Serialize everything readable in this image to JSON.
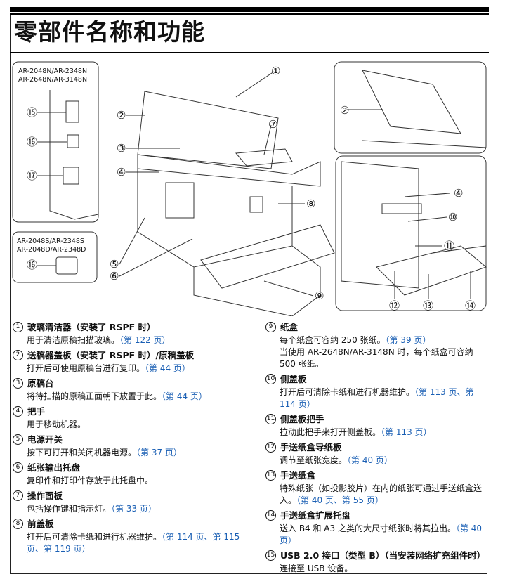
{
  "page": {
    "title": "零部件名称和功能"
  },
  "figure": {
    "model_labels": {
      "top_line1": "AR-2048N/AR-2348N",
      "top_line2": "AR-2648N/AR-3148N",
      "bottom_line1": "AR-2048S/AR-2348S",
      "bottom_line2": "AR-2048D/AR-2348D"
    },
    "callouts": [
      "①",
      "②",
      "③",
      "④",
      "⑤",
      "⑥",
      "⑦",
      "⑧",
      "⑨",
      "⑩",
      "⑪",
      "⑫",
      "⑬",
      "⑭",
      "⑮",
      "⑯",
      "⑰"
    ]
  },
  "parts_left": [
    {
      "num": "1",
      "title": "玻璃清洁器（安装了 RSPF 时）",
      "desc": "用于清洁原稿扫描玻璃。",
      "ref": "（第 122 页）"
    },
    {
      "num": "2",
      "title": "送稿器盖板（安装了 RSPF 时）/原稿盖板",
      "desc": "打开后可使用原稿台进行复印。",
      "ref": "（第 44 页）"
    },
    {
      "num": "3",
      "title": "原稿台",
      "desc": "将待扫描的原稿正面朝下放置于此。",
      "ref": "（第 44 页）"
    },
    {
      "num": "4",
      "title": "把手",
      "desc": "用于移动机器。",
      "ref": ""
    },
    {
      "num": "5",
      "title": "电源开关",
      "desc": "按下可打开和关闭机器电源。",
      "ref": "（第 37 页）"
    },
    {
      "num": "6",
      "title": "纸张输出托盘",
      "desc": "复印件和打印件存放于此托盘中。",
      "ref": ""
    },
    {
      "num": "7",
      "title": "操作面板",
      "desc": "包括操作键和指示灯。",
      "ref": "（第 33 页）"
    },
    {
      "num": "8",
      "title": "前盖板",
      "desc": "打开后可清除卡纸和进行机器维护。",
      "ref": "（第 114 页、第 115 页、第 119 页）"
    }
  ],
  "parts_right": [
    {
      "num": "9",
      "title": "纸盒",
      "desc": "每个纸盒可容纳 250 张纸。",
      "ref": "（第 39 页）",
      "desc2": "当使用 AR-2648N/AR-3148N 时，每个纸盒可容纳 500 张纸。"
    },
    {
      "num": "10",
      "title": "侧盖板",
      "desc": "打开后可清除卡纸和进行机器维护。",
      "ref": "（第 113 页、第 114 页）",
      "desc2": ""
    },
    {
      "num": "11",
      "title": "侧盖板把手",
      "desc": "拉动此把手来打开侧盖板。",
      "ref": "（第 113 页）",
      "desc2": ""
    },
    {
      "num": "12",
      "title": "手送纸盒导纸板",
      "desc": "调节至纸张宽度。",
      "ref": "（第 40 页）",
      "desc2": ""
    },
    {
      "num": "13",
      "title": "手送纸盒",
      "desc": "特殊纸张（如投影胶片）在内的纸张可通过手送纸盒送入。",
      "ref": "（第 40 页、第 55 页）",
      "desc2": ""
    },
    {
      "num": "14",
      "title": "手送纸盒扩展托盘",
      "desc": "送入 B4 和 A3 之类的大尺寸纸张时将其拉出。",
      "ref": "（第 40 页）",
      "desc2": ""
    },
    {
      "num": "15",
      "title": "USB 2.0 接口（类型 B）（当安装网络扩充组件时）",
      "desc": "连接至 USB 设备。",
      "ref": "",
      "desc2": ""
    }
  ]
}
